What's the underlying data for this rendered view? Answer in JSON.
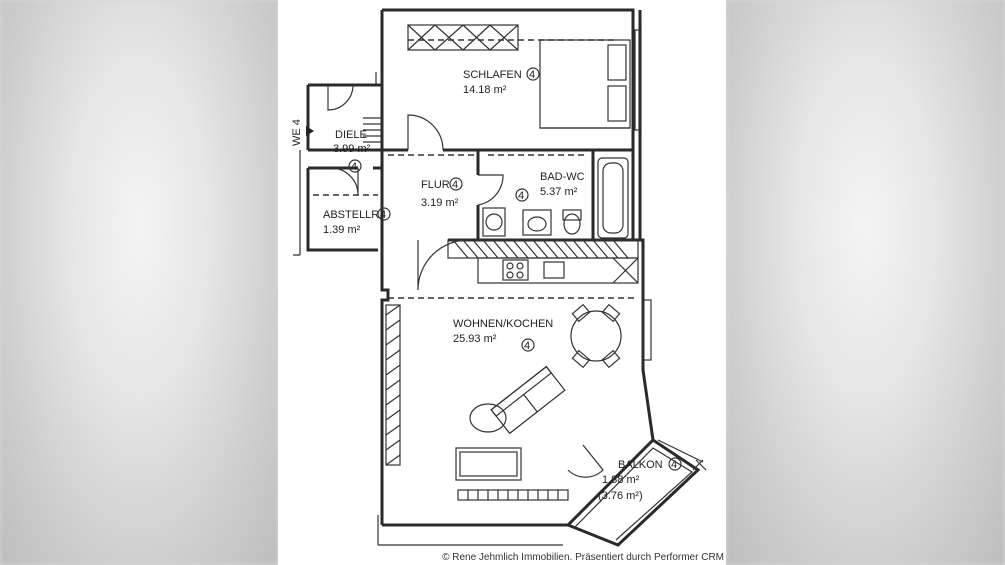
{
  "copyright": "© Rene Jehmlich Immobilien. Präsentiert durch Performer CRM",
  "entrance_label": "WE 4",
  "rooms": [
    {
      "name": "SCHLAFEN",
      "area": "14.18 m²",
      "badge": "4"
    },
    {
      "name": "DIELE",
      "area": "3.99 m²",
      "badge": "4"
    },
    {
      "name": "FLUR",
      "area": "3.19 m²",
      "badge": "4"
    },
    {
      "name": "BAD-WC",
      "area": "5.37 m²",
      "badge": "4"
    },
    {
      "name": "ABSTELLR.",
      "area": "1.39 m²",
      "badge": "4"
    },
    {
      "name": "WOHNEN/KOCHEN",
      "area": "25.93 m²",
      "badge": "4"
    },
    {
      "name": "BALKON",
      "area": "1.88 m²",
      "area_alt": "(3.76 m²)",
      "badge": "4"
    }
  ],
  "colors": {
    "line": "#2a2a2a",
    "paper": "#ffffff",
    "backdrop": "#d9d9d9"
  }
}
